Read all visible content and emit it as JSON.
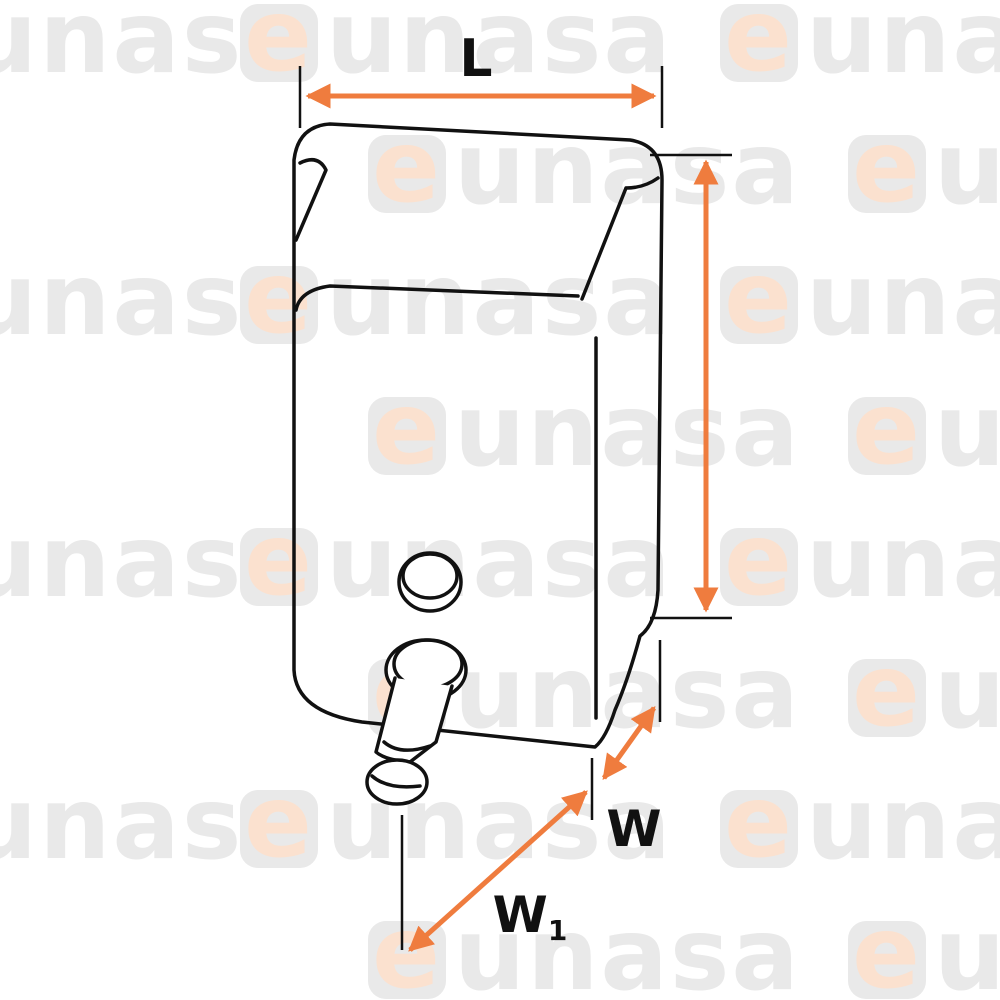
{
  "colors": {
    "background": "#ffffff",
    "outline": "#111111",
    "arrow": "#ef7c3e",
    "watermark_gray": "#e9e9e9",
    "watermark_orange": "#fbe1cf"
  },
  "watermark": {
    "text": "eunasa",
    "letter_e": "e",
    "rest": "unasa"
  },
  "dimensions": {
    "length_label": "L",
    "height_label": "",
    "width_label": "W",
    "width1_label": "W",
    "width1_subscript": "1"
  }
}
